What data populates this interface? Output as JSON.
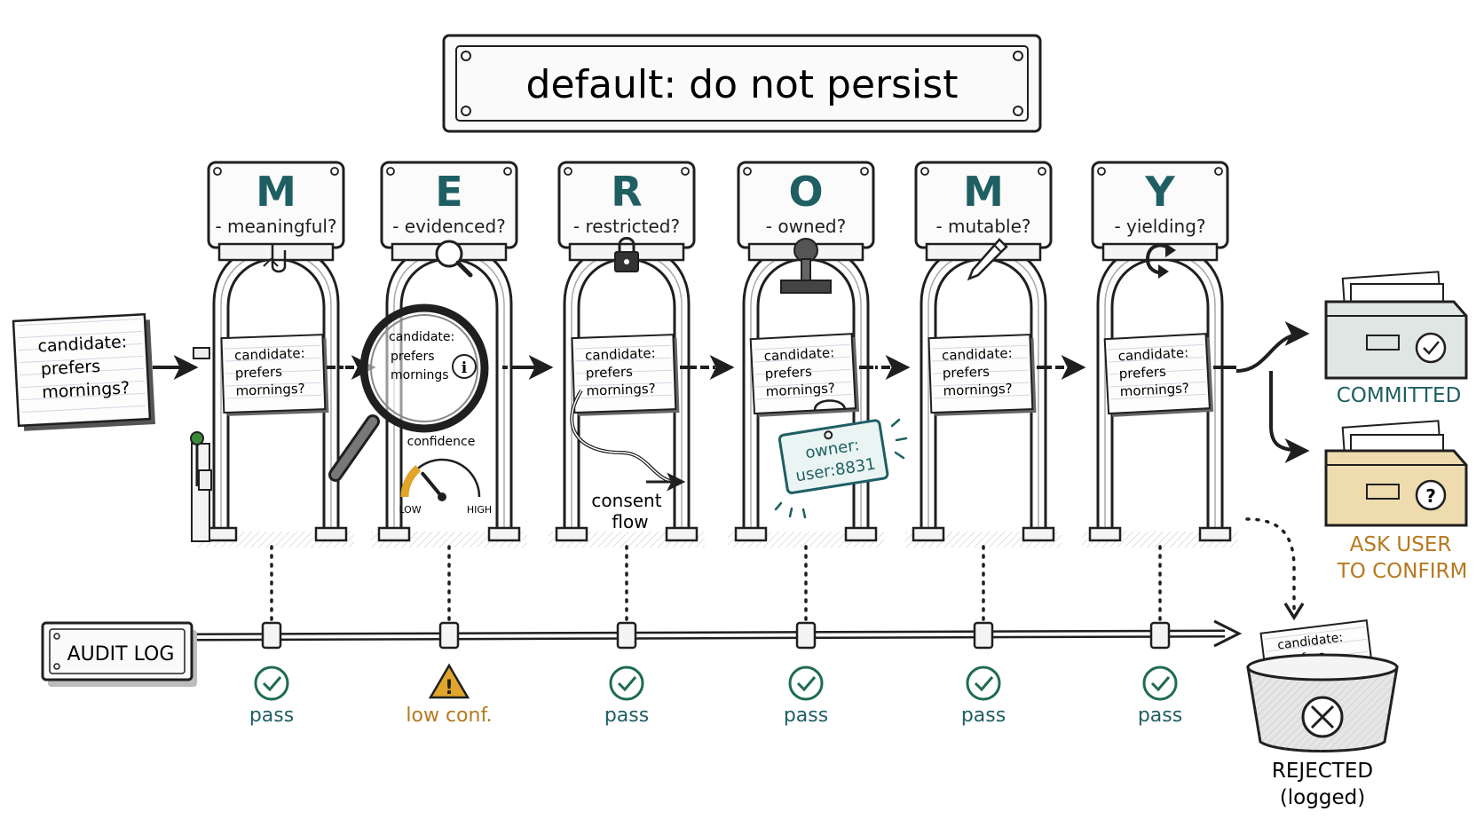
{
  "title": "default: do not persist",
  "colors": {
    "ink": "#1f1f1f",
    "teal": "#1f5f63",
    "amber": "#b7791f",
    "pass_green": "#1e6b54",
    "gauge_amber": "#e0a52a",
    "ask_box": "#efdcae",
    "commit_box": "#dfe6e4"
  },
  "candidate": {
    "label": "candidate:",
    "line1": "prefers",
    "line2": "mornings?",
    "line2_alt": "mornings"
  },
  "gates": [
    {
      "letter": "M",
      "question": "- meaningful?",
      "icon": "paperclip-icon",
      "result": "pass"
    },
    {
      "letter": "E",
      "question": "- evidenced?",
      "icon": "magnifier-icon",
      "result": "low conf."
    },
    {
      "letter": "R",
      "question": "- restricted?",
      "icon": "padlock-icon",
      "result": "pass"
    },
    {
      "letter": "O",
      "question": "- owned?",
      "icon": "stamp-icon",
      "result": "pass"
    },
    {
      "letter": "M",
      "question": "- mutable?",
      "icon": "pencil-icon",
      "result": "pass"
    },
    {
      "letter": "Y",
      "question": "- yielding?",
      "icon": "refresh-icon",
      "result": "pass"
    }
  ],
  "gauge": {
    "title": "confidence",
    "low": "LOW",
    "high": "HIGH",
    "level": 0.28
  },
  "consent_flow": {
    "line1": "consent",
    "line2": "flow"
  },
  "owner_tag": {
    "line1": "owner:",
    "line2": "user:8831"
  },
  "audit_log": "AUDIT LOG",
  "outcomes": {
    "committed": "COMMITTED",
    "ask_line1": "ASK USER",
    "ask_line2": "TO CONFIRM",
    "rejected_line1": "REJECTED",
    "rejected_line2": "(logged)"
  }
}
